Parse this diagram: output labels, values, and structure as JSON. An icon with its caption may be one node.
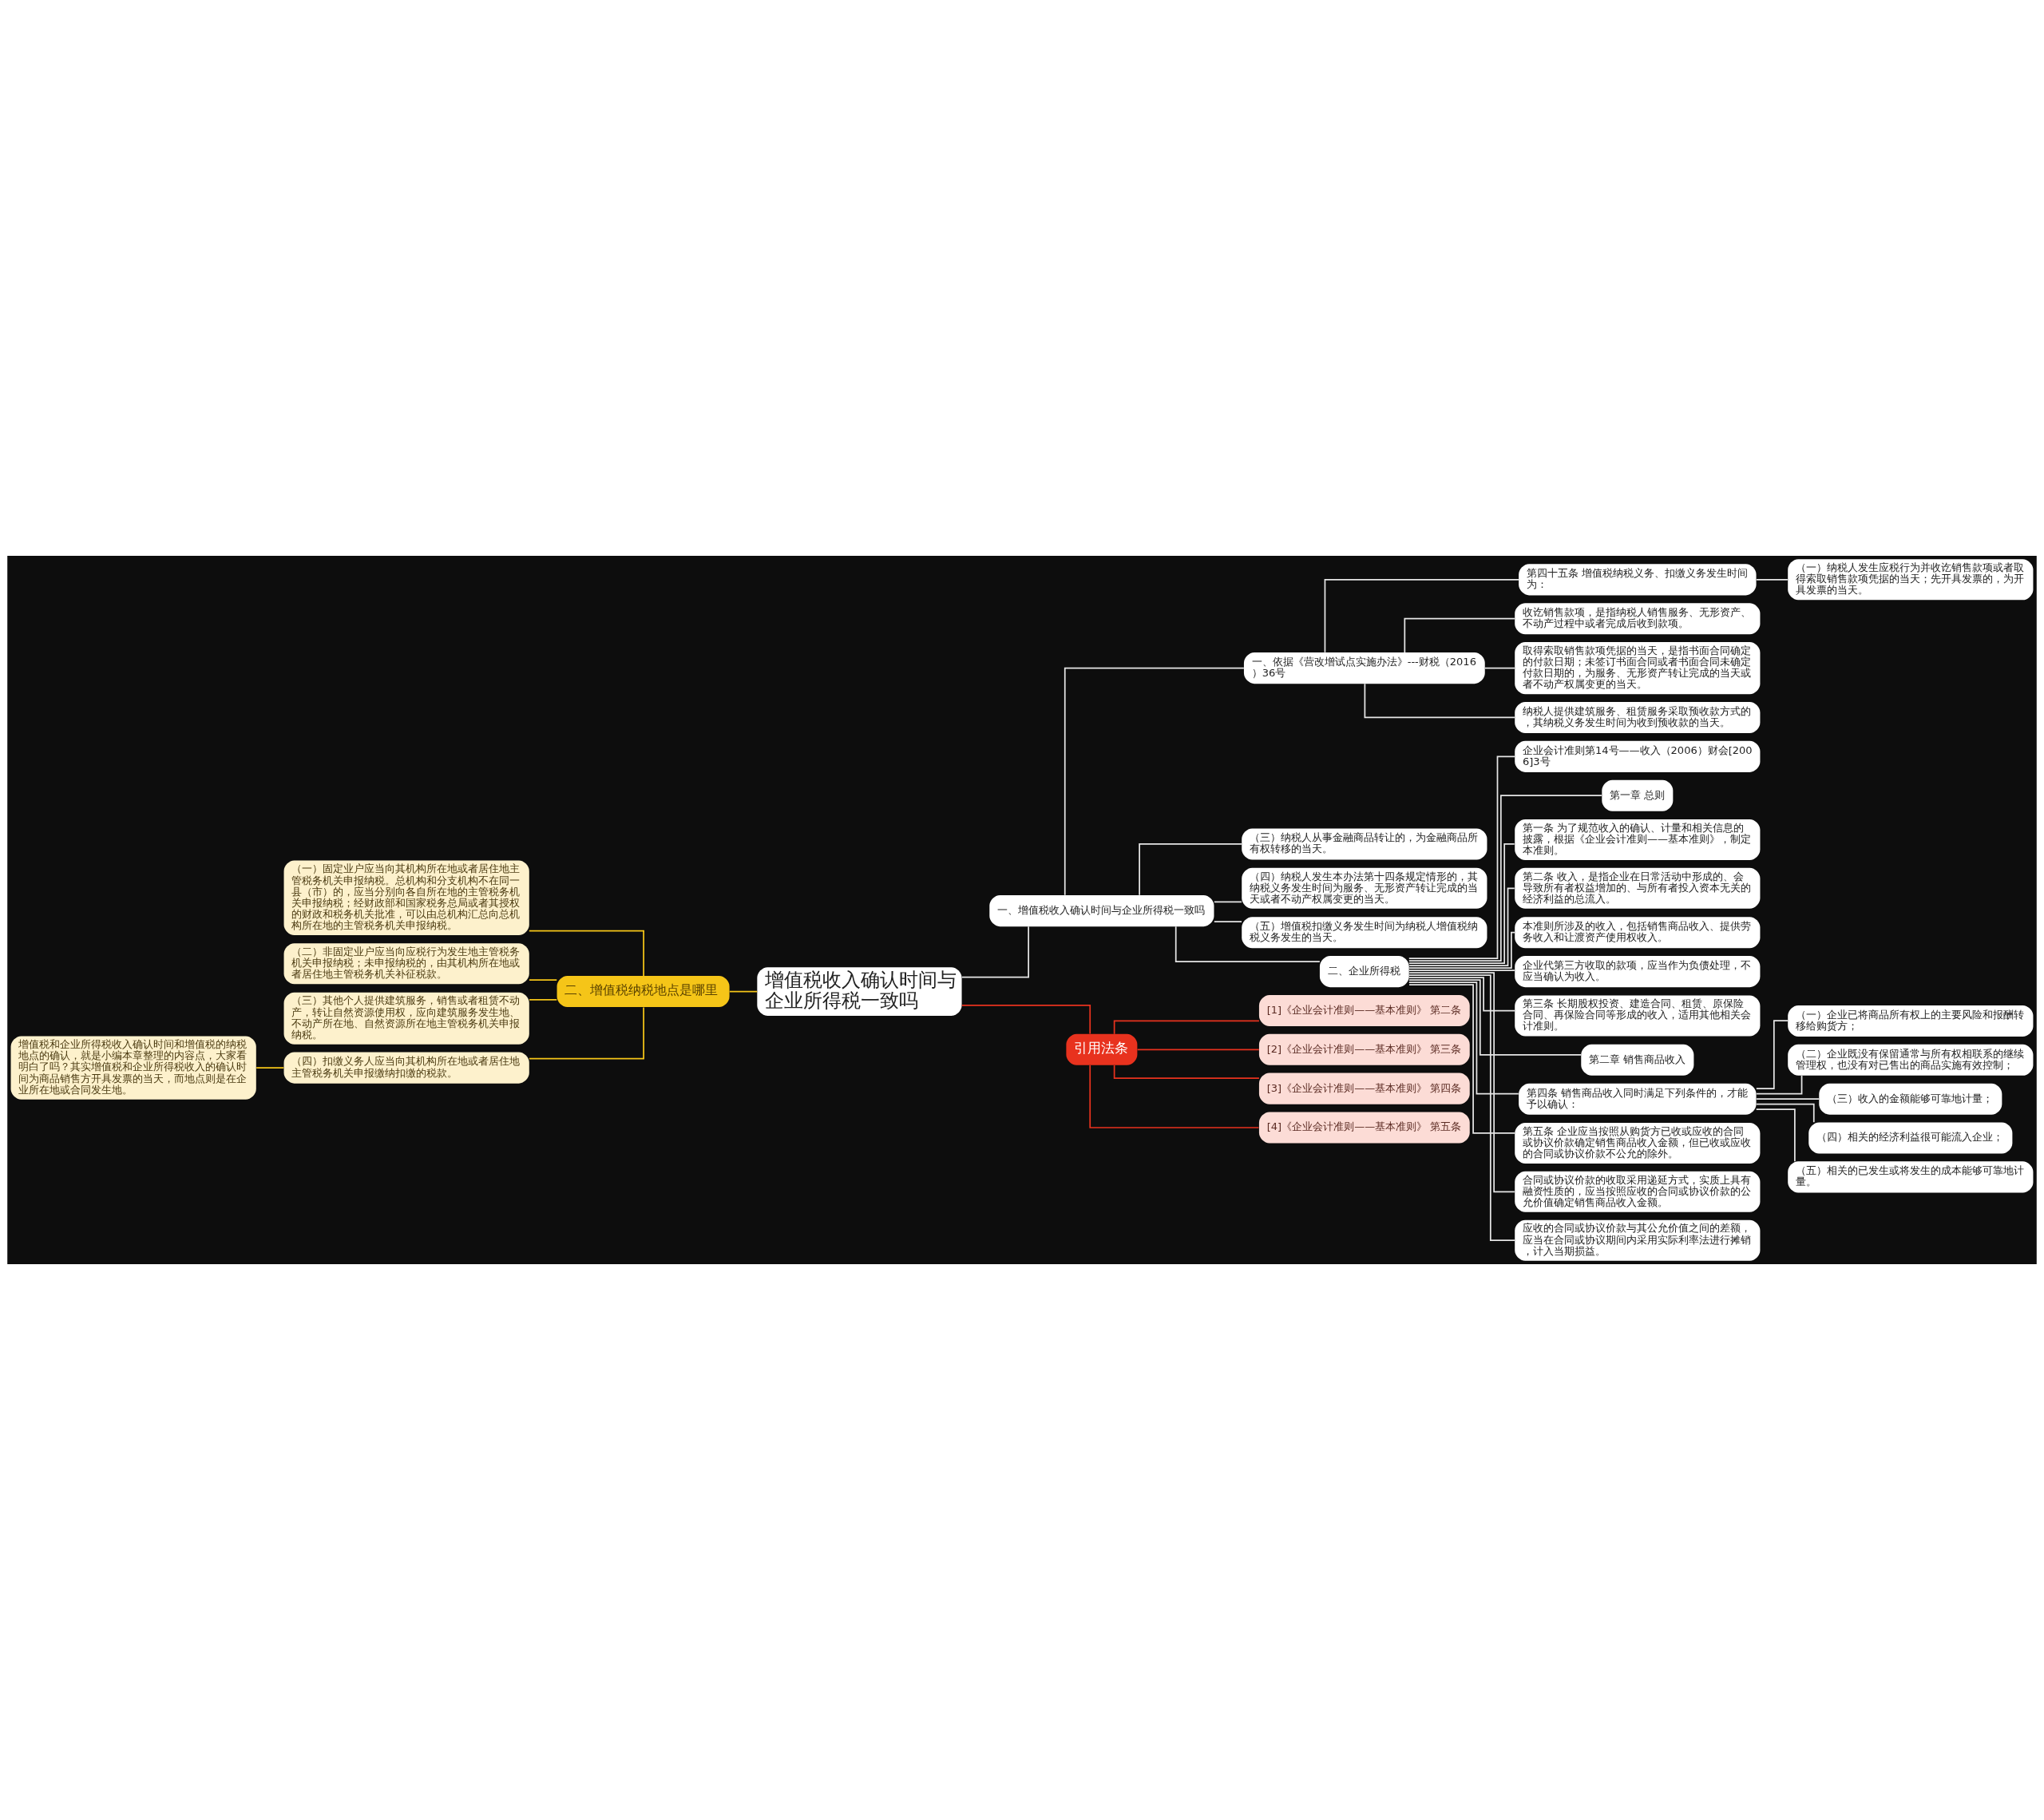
{
  "diagram": {
    "nodes": [
      {
        "text": [
          "增值税收入确认时间与企业所得税一致吗"
        ]
      },
      {
        "text": [
          "一、增值税收入确认时间与企业所得税一致吗"
        ]
      },
      {
        "text": [
          "一、依据《营改增试点实施办法》---财税（2016）36号"
        ]
      },
      {
        "text": [
          "第四十五条 增值税纳税义务、扣缴义务发生时间为："
        ]
      },
      {
        "text": [
          "（一）纳税人发生应税行为并收讫销售款项或者取得索取销售款项凭据的当天；先开具发票的，为开具发票的当天。"
        ]
      },
      {
        "text": [
          "收讫销售款项，是指纳税人销售服务、无形资产、不动产过程中或者完成后收到款项。"
        ]
      },
      {
        "text": [
          "取得索取销售款项凭据的当天，是指书面合同确定的付款日期；未签订书面合同或者书面合同未确定付款日期的，为服务、无形资产转让完成的当天或者不动产权属变更的当天。"
        ]
      },
      {
        "text": [
          "纳税人提供建筑服务、租赁服务采取预收款方式的，其纳税义务发生时间为收到预收款的当天。"
        ]
      },
      {
        "text": [
          "（三）纳税人从事金融商品转让的，为金融商品所有权转移的当天。"
        ]
      },
      {
        "text": [
          "（四）纳税人发生本办法第十四条规定情形的，其纳税义务发生时间为服务、无形资产转让完成的当天或者不动产权属变更的当天。"
        ]
      },
      {
        "text": [
          "（五）增值税扣缴义务发生时间为纳税人增值税纳税义务发生的当天。"
        ]
      },
      {
        "text": [
          "二、企业所得税"
        ]
      },
      {
        "text": [
          "企业会计准则第14号——收入（2006）财会[2006]3号"
        ]
      },
      {
        "text": [
          "第一章 总则"
        ]
      },
      {
        "text": [
          "第一条 为了规范收入的确认、计量和相关信息的披露，根据《企业会计准则——基本准则》，制定本准则。"
        ]
      },
      {
        "text": [
          "第二条 收入，是指企业在日常活动中形成的、会导致所有者权益增加的、与所有者投入资本无关的经济利益的总流入。"
        ]
      },
      {
        "text": [
          "本准则所涉及的收入，包括销售商品收入、提供劳务收入和让渡资产使用权收入。"
        ]
      },
      {
        "text": [
          "企业代第三方收取的款项，应当作为负债处理，不应当确认为收入。"
        ]
      },
      {
        "text": [
          "第三条 长期股权投资、建造合同、租赁、原保险合同、再保险合同等形成的收入，适用其他相关会计准则。"
        ]
      },
      {
        "text": [
          "第二章 销售商品收入"
        ]
      },
      {
        "text": [
          "第四条 销售商品收入同时满足下列条件的，才能予以确认："
        ]
      },
      {
        "text": [
          "（一）企业已将商品所有权上的主要风险和报酬转移给购货方；"
        ]
      },
      {
        "text": [
          "（二）企业既没有保留通常与所有权相联系的继续管理权，也没有对已售出的商品实施有效控制；"
        ]
      },
      {
        "text": [
          "（三）收入的金额能够可靠地计量；"
        ]
      },
      {
        "text": [
          "（四）相关的经济利益很可能流入企业；"
        ]
      },
      {
        "text": [
          "（五）相关的已发生或将发生的成本能够可靠地计量。"
        ]
      },
      {
        "text": [
          "第五条 企业应当按照从购货方已收或应收的合同或协议价款确定销售商品收入金额，但已收或应收的合同或协议价款不公允的除外。"
        ]
      },
      {
        "text": [
          "合同或协议价款的收取采用递延方式，实质上具有融资性质的，应当按照应收的合同或协议价款的公允价值确定销售商品收入金额。"
        ]
      },
      {
        "text": [
          "应收的合同或协议价款与其公允价值之间的差额，应当在合同或协议期间内采用实际利率法进行摊销，计入当期损益。"
        ]
      },
      {
        "text": [
          "引用法条"
        ]
      },
      {
        "text": [
          "[1]《企业会计准则——基本准则》 第二条"
        ]
      },
      {
        "text": [
          "[2]《企业会计准则——基本准则》 第三条"
        ]
      },
      {
        "text": [
          "[3]《企业会计准则——基本准则》 第四条"
        ]
      },
      {
        "text": [
          "[4]《企业会计准则——基本准则》 第五条"
        ]
      },
      {
        "text": [
          "二、增值税纳税地点是哪里"
        ]
      },
      {
        "text": [
          "（一）固定业户应当向其机构所在地或者居住地主管税务机关申报纳税。总机构和分支机构不在同一县（市）的，应当分别向各自所在地的主管税务机关申报纳税；经财政部和国家税务总局或者其授权的财政和税务机关批准，可以由总机构汇总向总机构所在地的主管税务机关申报纳税。"
        ]
      },
      {
        "text": [
          "（二）非固定业户应当向应税行为发生地主管税务机关申报纳税；未申报纳税的，由其机构所在地或者居住地主管税务机关补征税款。"
        ]
      },
      {
        "text": [
          "（三）其他个人提供建筑服务，销售或者租赁不动产，转让自然资源使用权，应向建筑服务发生地、不动产所在地、自然资源所在地主管税务机关申报纳税。"
        ]
      },
      {
        "text": [
          "（四）扣缴义务人应当向其机构所在地或者居住地主管税务机关申报缴纳扣缴的税款。"
        ]
      },
      {
        "text": [
          "增值税和企业所得税收入确认时间和增值税的纳税地点的确认，就是小编本章整理的内容点，大家看明白了吗？其实增值税和企业所得税收入的确认时间为商品销售方开具发票的当天，而地点则是在企业所在地或合同发生地。"
        ]
      }
    ],
    "edges": [
      {
        "from": 0,
        "to": 1,
        "arrow": "none"
      },
      {
        "from": 1,
        "to": 2,
        "arrow": "none"
      },
      {
        "from": 2,
        "to": 3,
        "arrow": "none"
      },
      {
        "from": 3,
        "to": 4,
        "arrow": "none"
      },
      {
        "from": 2,
        "to": 5,
        "arrow": "none"
      },
      {
        "from": 2,
        "to": 6,
        "arrow": "none"
      },
      {
        "from": 2,
        "to": 7,
        "arrow": "none"
      },
      {
        "from": 1,
        "to": 8,
        "arrow": "none"
      },
      {
        "from": 1,
        "to": 9,
        "arrow": "none"
      },
      {
        "from": 1,
        "to": 10,
        "arrow": "none"
      },
      {
        "from": 1,
        "to": 11,
        "arrow": "none"
      },
      {
        "from": 11,
        "to": 12,
        "arrow": "none"
      },
      {
        "from": 11,
        "to": 13,
        "arrow": "none"
      },
      {
        "from": 11,
        "to": 14,
        "arrow": "none"
      },
      {
        "from": 11,
        "to": 15,
        "arrow": "none"
      },
      {
        "from": 11,
        "to": 16,
        "arrow": "none"
      },
      {
        "from": 11,
        "to": 17,
        "arrow": "none"
      },
      {
        "from": 11,
        "to": 18,
        "arrow": "none"
      },
      {
        "from": 11,
        "to": 19,
        "arrow": "none"
      },
      {
        "from": 11,
        "to": 20,
        "arrow": "none"
      },
      {
        "from": 20,
        "to": 21,
        "arrow": "none"
      },
      {
        "from": 20,
        "to": 22,
        "arrow": "none"
      },
      {
        "from": 20,
        "to": 23,
        "arrow": "none"
      },
      {
        "from": 20,
        "to": 24,
        "arrow": "none"
      },
      {
        "from": 20,
        "to": 25,
        "arrow": "none"
      },
      {
        "from": 11,
        "to": 26,
        "arrow": "none"
      },
      {
        "from": 11,
        "to": 27,
        "arrow": "none"
      },
      {
        "from": 11,
        "to": 28,
        "arrow": "none"
      },
      {
        "from": 0,
        "to": 29,
        "arrow": "none",
        "color": "#e8321e"
      },
      {
        "from": 29,
        "to": 30,
        "arrow": "none",
        "color": "#e8321e"
      },
      {
        "from": 29,
        "to": 31,
        "arrow": "none",
        "color": "#e8321e"
      },
      {
        "from": 29,
        "to": 32,
        "arrow": "none",
        "color": "#e8321e"
      },
      {
        "from": 29,
        "to": 33,
        "arrow": "none",
        "color": "#e8321e"
      },
      {
        "from": 0,
        "to": 34,
        "arrow": "none",
        "color": "#f5c518"
      },
      {
        "from": 34,
        "to": 35,
        "arrow": "none",
        "color": "#f5c518"
      },
      {
        "from": 34,
        "to": 36,
        "arrow": "none",
        "color": "#f5c518"
      },
      {
        "from": 34,
        "to": 37,
        "arrow": "none",
        "color": "#f5c518"
      },
      {
        "from": 34,
        "to": 38,
        "arrow": "none",
        "color": "#f5c518"
      },
      {
        "from": 38,
        "to": 39,
        "arrow": "none",
        "color": "#f5c518"
      }
    ]
  }
}
